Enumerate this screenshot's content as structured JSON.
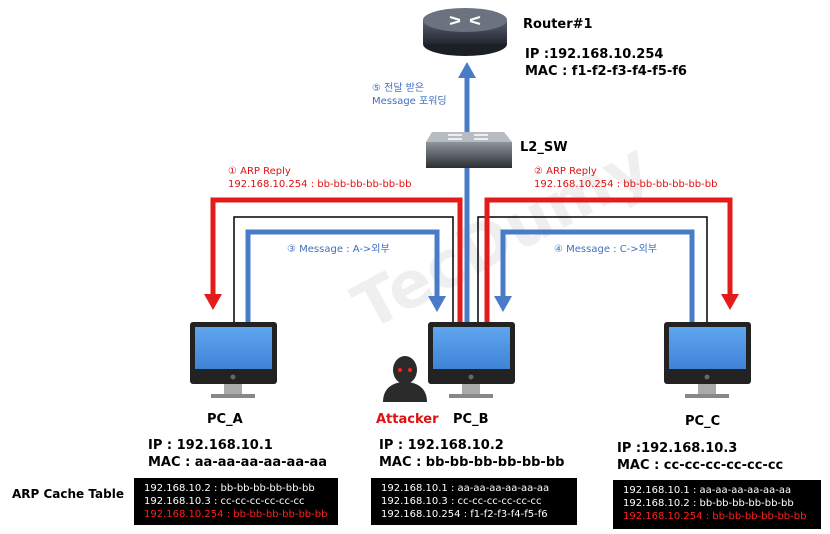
{
  "watermark": "TecDumy",
  "router": {
    "name": "Router#1",
    "ip": "IP :192.168.10.254",
    "mac": "MAC : f1-f2-f3-f4-f5-f6"
  },
  "switch": {
    "name": "L2_SW"
  },
  "forward_label": {
    "line1": "⑤ 전달 받은",
    "line2": "Message 포워딩"
  },
  "arp_reply_1": {
    "line1": "① ARP Reply",
    "line2": "192.168.10.254 : bb-bb-bb-bb-bb-bb"
  },
  "arp_reply_2": {
    "line1": "② ARP Reply",
    "line2": "192.168.10.254 : bb-bb-bb-bb-bb-bb"
  },
  "message_3": "③ Message : A->외부",
  "message_4": "④ Message : C->외부",
  "attacker_label": "Attacker",
  "table_title": "ARP Cache Table",
  "colors": {
    "red": "#e01010",
    "blue": "#4a7bc8",
    "screen": "#4f95e6"
  },
  "pcs": [
    {
      "name": "PC_A",
      "ip": "IP : 192.168.10.1",
      "mac": "MAC : aa-aa-aa-aa-aa-aa",
      "arp": [
        {
          "text": "192.168.10.2 : bb-bb-bb-bb-bb-bb",
          "poisoned": false
        },
        {
          "text": "192.168.10.3 : cc-cc-cc-cc-cc-cc",
          "poisoned": false
        },
        {
          "text": "192.168.10.254 : bb-bb-bb-bb-bb-bb",
          "poisoned": true
        }
      ]
    },
    {
      "name": "PC_B",
      "ip": "IP : 192.168.10.2",
      "mac": "MAC : bb-bb-bb-bb-bb-bb",
      "arp": [
        {
          "text": "192.168.10.1 : aa-aa-aa-aa-aa-aa",
          "poisoned": false
        },
        {
          "text": "192.168.10.3 : cc-cc-cc-cc-cc-cc",
          "poisoned": false
        },
        {
          "text": "192.168.10.254 : f1-f2-f3-f4-f5-f6",
          "poisoned": false
        }
      ]
    },
    {
      "name": "PC_C",
      "ip": "IP :192.168.10.3",
      "mac": "MAC : cc-cc-cc-cc-cc-cc",
      "arp": [
        {
          "text": "192.168.10.1 : aa-aa-aa-aa-aa-aa",
          "poisoned": false
        },
        {
          "text": "192.168.10.2 : bb-bb-bb-bb-bb-bb",
          "poisoned": false
        },
        {
          "text": "192.168.10.254 : bb-bb-bb-bb-bb-bb",
          "poisoned": true
        }
      ]
    }
  ]
}
